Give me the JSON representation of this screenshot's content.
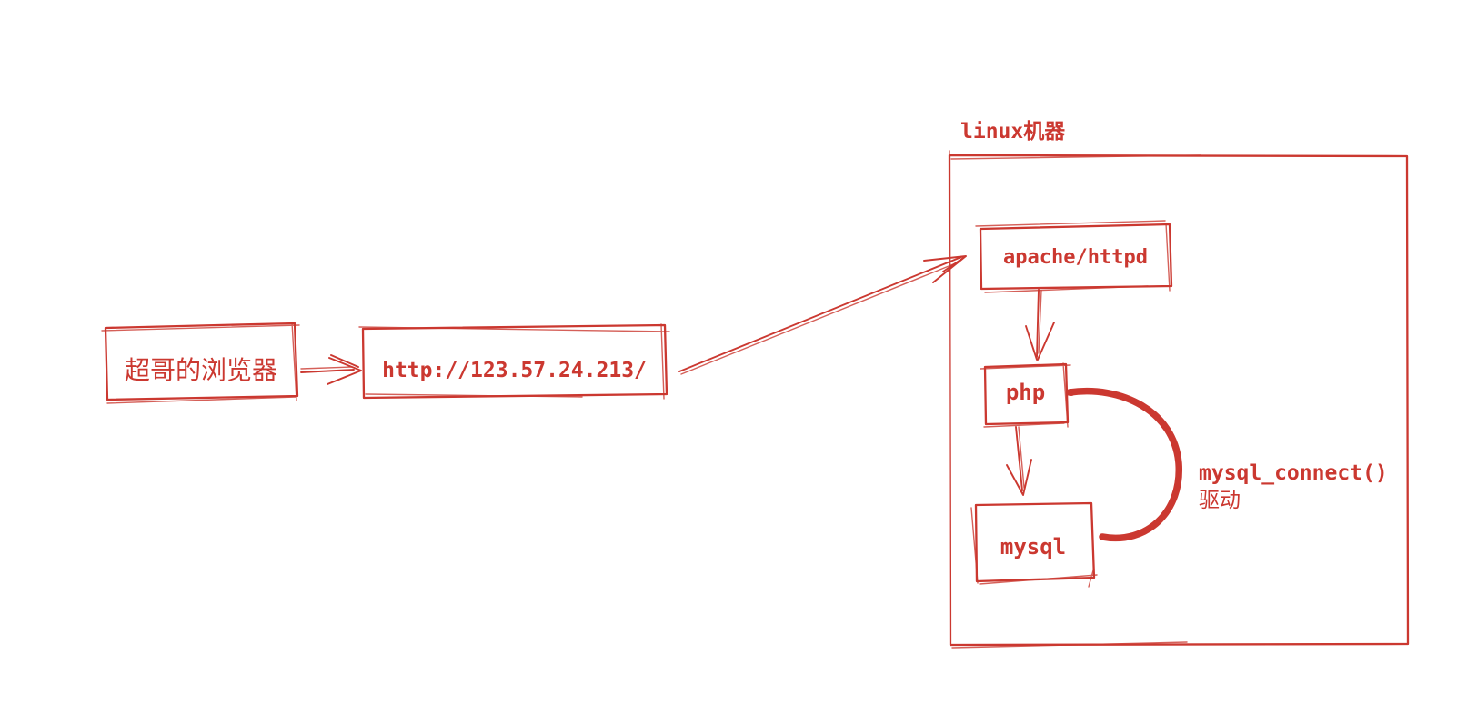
{
  "diagram": {
    "style": "hand-drawn-sketch",
    "ink_color": "#cb3830",
    "background_color": "#ffffff",
    "nodes": {
      "browser": {
        "label": "超哥的浏览器"
      },
      "url": {
        "label": "http://123.57.24.213/"
      },
      "linux_machine": {
        "label": "linux机器",
        "children": [
          "apache",
          "php",
          "mysql"
        ]
      },
      "apache": {
        "label": "apache/httpd"
      },
      "php": {
        "label": "php"
      },
      "mysql": {
        "label": "mysql"
      }
    },
    "annotations": {
      "connector_label_line1": "mysql_connect()",
      "connector_label_line2": "驱动"
    },
    "edges": [
      {
        "id": "browser-to-url",
        "from": "browser",
        "to": "url",
        "style": "arrow"
      },
      {
        "id": "url-to-apache",
        "from": "url",
        "to": "apache",
        "style": "arrow"
      },
      {
        "id": "apache-to-php",
        "from": "apache",
        "to": "php",
        "style": "arrow"
      },
      {
        "id": "php-to-mysql",
        "from": "php",
        "to": "mysql",
        "style": "arrow"
      },
      {
        "id": "php-mysql-driver",
        "from": "php",
        "to": "mysql",
        "style": "thick-curve",
        "label": "mysql_connect() 驱动"
      }
    ]
  }
}
